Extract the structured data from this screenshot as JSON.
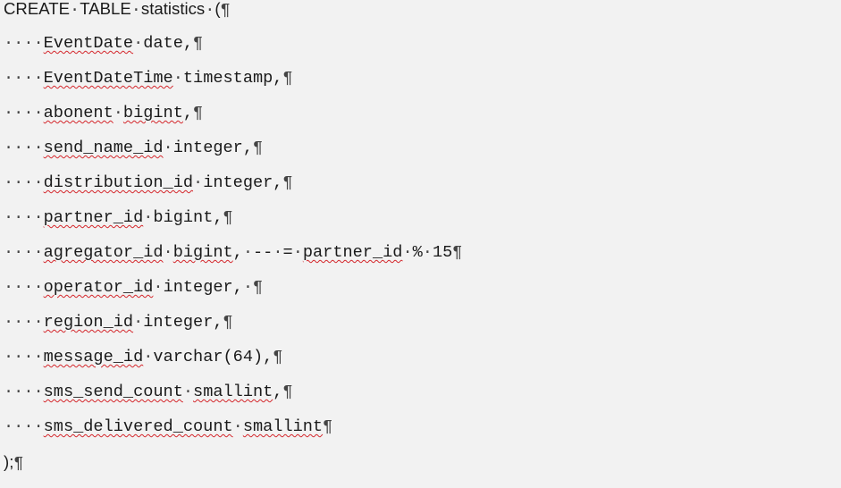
{
  "document": {
    "lines": [
      {
        "segments": [
          {
            "t": "CREATE",
            "k": "sans"
          },
          {
            "t": "·",
            "k": "mark"
          },
          {
            "t": "TABLE",
            "k": "sans"
          },
          {
            "t": "·",
            "k": "mark"
          },
          {
            "t": "statistics",
            "k": "sans"
          },
          {
            "t": "·",
            "k": "mark"
          },
          {
            "t": "(",
            "k": "sans"
          },
          {
            "t": "¶",
            "k": "mark"
          }
        ]
      },
      {
        "segments": [
          {
            "t": "····",
            "k": "mark"
          },
          {
            "t": "EventDate",
            "k": "sq"
          },
          {
            "t": "·",
            "k": "mark"
          },
          {
            "t": "date,",
            "k": "plain"
          },
          {
            "t": "¶",
            "k": "mark"
          }
        ]
      },
      {
        "segments": [
          {
            "t": "····",
            "k": "mark"
          },
          {
            "t": "EventDateTime",
            "k": "sq"
          },
          {
            "t": "·",
            "k": "mark"
          },
          {
            "t": "timestamp,",
            "k": "plain"
          },
          {
            "t": "¶",
            "k": "mark"
          }
        ]
      },
      {
        "segments": [
          {
            "t": "····",
            "k": "mark"
          },
          {
            "t": "abonent",
            "k": "sq"
          },
          {
            "t": "·",
            "k": "mark"
          },
          {
            "t": "bigint",
            "k": "sq"
          },
          {
            "t": ",",
            "k": "plain"
          },
          {
            "t": "¶",
            "k": "mark"
          }
        ]
      },
      {
        "segments": [
          {
            "t": "····",
            "k": "mark"
          },
          {
            "t": "send_name_id",
            "k": "sq"
          },
          {
            "t": "·",
            "k": "mark"
          },
          {
            "t": "integer,",
            "k": "plain"
          },
          {
            "t": "¶",
            "k": "mark"
          }
        ]
      },
      {
        "segments": [
          {
            "t": "····",
            "k": "mark"
          },
          {
            "t": "distribution_id",
            "k": "sq"
          },
          {
            "t": "·",
            "k": "mark"
          },
          {
            "t": "integer,",
            "k": "plain"
          },
          {
            "t": "¶",
            "k": "mark"
          }
        ]
      },
      {
        "segments": [
          {
            "t": "····",
            "k": "mark"
          },
          {
            "t": "partner_id",
            "k": "sq"
          },
          {
            "t": "·",
            "k": "mark"
          },
          {
            "t": "bigint,",
            "k": "plain"
          },
          {
            "t": "¶",
            "k": "mark"
          }
        ]
      },
      {
        "segments": [
          {
            "t": "····",
            "k": "mark"
          },
          {
            "t": "agregator_id",
            "k": "sq"
          },
          {
            "t": "·",
            "k": "mark"
          },
          {
            "t": "bigint",
            "k": "sq"
          },
          {
            "t": ",",
            "k": "plain"
          },
          {
            "t": "·",
            "k": "mark"
          },
          {
            "t": "--",
            "k": "plain"
          },
          {
            "t": "·",
            "k": "mark"
          },
          {
            "t": "=",
            "k": "plain"
          },
          {
            "t": "·",
            "k": "mark"
          },
          {
            "t": "partner_id",
            "k": "sq"
          },
          {
            "t": "·",
            "k": "mark"
          },
          {
            "t": "%",
            "k": "plain"
          },
          {
            "t": "·",
            "k": "mark"
          },
          {
            "t": "15",
            "k": "plain"
          },
          {
            "t": "¶",
            "k": "mark"
          }
        ]
      },
      {
        "segments": [
          {
            "t": "····",
            "k": "mark"
          },
          {
            "t": "operator_id",
            "k": "sq"
          },
          {
            "t": "·",
            "k": "mark"
          },
          {
            "t": "integer,",
            "k": "plain"
          },
          {
            "t": "·",
            "k": "mark"
          },
          {
            "t": "¶",
            "k": "mark"
          }
        ]
      },
      {
        "segments": [
          {
            "t": "····",
            "k": "mark"
          },
          {
            "t": "region_id",
            "k": "sq"
          },
          {
            "t": "·",
            "k": "mark"
          },
          {
            "t": "integer,",
            "k": "plain"
          },
          {
            "t": "¶",
            "k": "mark"
          }
        ]
      },
      {
        "segments": [
          {
            "t": "····",
            "k": "mark"
          },
          {
            "t": "message_id",
            "k": "sq"
          },
          {
            "t": "·",
            "k": "mark"
          },
          {
            "t": "varchar(64),",
            "k": "plain"
          },
          {
            "t": "¶",
            "k": "mark"
          }
        ]
      },
      {
        "segments": [
          {
            "t": "····",
            "k": "mark"
          },
          {
            "t": "sms_send_count",
            "k": "sq"
          },
          {
            "t": "·",
            "k": "mark"
          },
          {
            "t": "smallint",
            "k": "sq"
          },
          {
            "t": ",",
            "k": "plain"
          },
          {
            "t": "¶",
            "k": "mark"
          }
        ]
      },
      {
        "segments": [
          {
            "t": "····",
            "k": "mark"
          },
          {
            "t": "sms_delivered_count",
            "k": "sq"
          },
          {
            "t": "·",
            "k": "mark"
          },
          {
            "t": "smallint",
            "k": "sq"
          },
          {
            "t": "¶",
            "k": "mark"
          }
        ]
      },
      {
        "segments": [
          {
            "t": ");",
            "k": "sans"
          },
          {
            "t": "¶",
            "k": "mark"
          }
        ]
      }
    ]
  },
  "colors": {
    "background": "#f2f2f2",
    "text": "#1a1a1a",
    "spellcheck_underline": "#d4262b"
  }
}
